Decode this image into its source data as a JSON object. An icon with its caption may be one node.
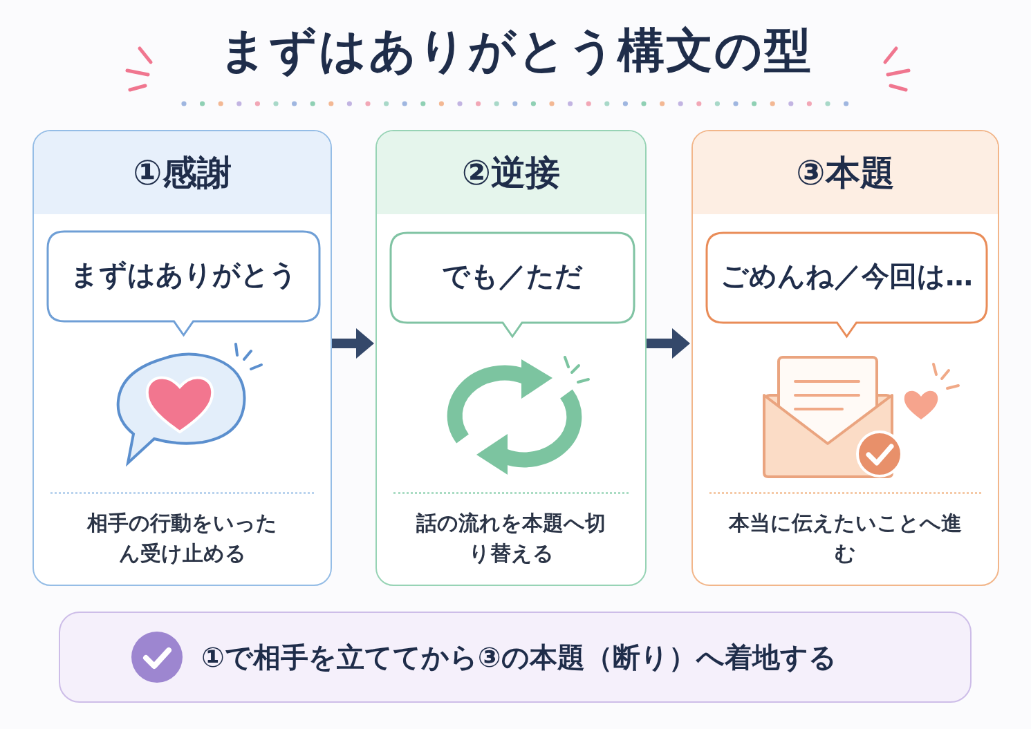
{
  "diagram": {
    "title": "まずはありがとう構文の型",
    "nodes": [
      {
        "text": [
          "①感謝",
          "相手の行動をいったん受け止める"
        ]
      },
      {
        "text": [
          "まずはありがとう"
        ],
        "in": 0
      },
      {
        "text": [
          "②逆接",
          "話の流れを本題へ切り替える"
        ]
      },
      {
        "text": [
          "でも／ただ"
        ],
        "in": 2
      },
      {
        "text": [
          "③本題",
          "本当に伝えたいことへ進む"
        ]
      },
      {
        "text": [
          "ごめんね／今回は…"
        ],
        "in": 4
      },
      {
        "text": [
          "①で相手を立ててから③の本題（断り）へ着地する"
        ]
      }
    ],
    "edges": [
      {
        "from": 0,
        "to": 2,
        "arrow": "to"
      },
      {
        "from": 2,
        "to": 4,
        "arrow": "to"
      }
    ]
  }
}
